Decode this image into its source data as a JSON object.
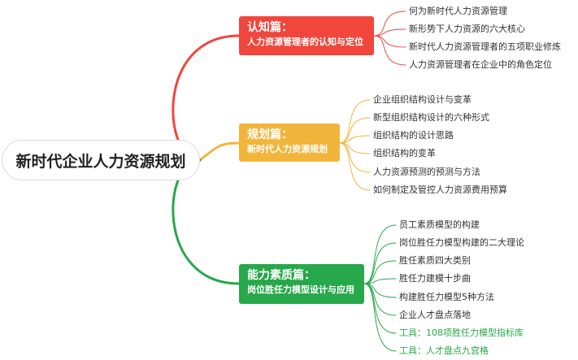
{
  "root": {
    "label": "新时代企业人力资源规划"
  },
  "branches": [
    {
      "title": "认知篇：",
      "subtitle": "人力资源管理者的认知与定位",
      "color": "#f0463b",
      "items": [
        {
          "text": "何为新时代人力资源管理",
          "tool": false
        },
        {
          "text": "新形势下人力资源的六大核心",
          "tool": false
        },
        {
          "text": "新时代人力资源管理者的五项职业修炼",
          "tool": false
        },
        {
          "text": "人力资源管理者在企业中的角色定位",
          "tool": false
        }
      ]
    },
    {
      "title": "规划篇：",
      "subtitle": "新时代人力资源规划",
      "color": "#f2b53c",
      "items": [
        {
          "text": "企业组织结构设计与变革",
          "tool": false
        },
        {
          "text": "新型组织结构设计的六种形式",
          "tool": false
        },
        {
          "text": "组织结构的设计思路",
          "tool": false
        },
        {
          "text": "组织结构的变革",
          "tool": false
        },
        {
          "text": "人力资源预测的预测与方法",
          "tool": false
        },
        {
          "text": "如何制定及管控人力资源费用预算",
          "tool": false
        }
      ]
    },
    {
      "title": "能力素质篇：",
      "subtitle": "岗位胜任力模型设计与应用",
      "color": "#27a84a",
      "items": [
        {
          "text": "员工素质模型的构建",
          "tool": false
        },
        {
          "text": "岗位胜任力模型构建的二大理论",
          "tool": false
        },
        {
          "text": "胜任素质四大类别",
          "tool": false
        },
        {
          "text": "胜任力建模十步曲",
          "tool": false
        },
        {
          "text": "构建胜任力模型5种方法",
          "tool": false
        },
        {
          "text": "企业人才盘点落地",
          "tool": false
        },
        {
          "text": "工具：108项胜任力模型指标库",
          "tool": true
        },
        {
          "text": "工具：人才盘点九宫格",
          "tool": true
        }
      ]
    }
  ]
}
